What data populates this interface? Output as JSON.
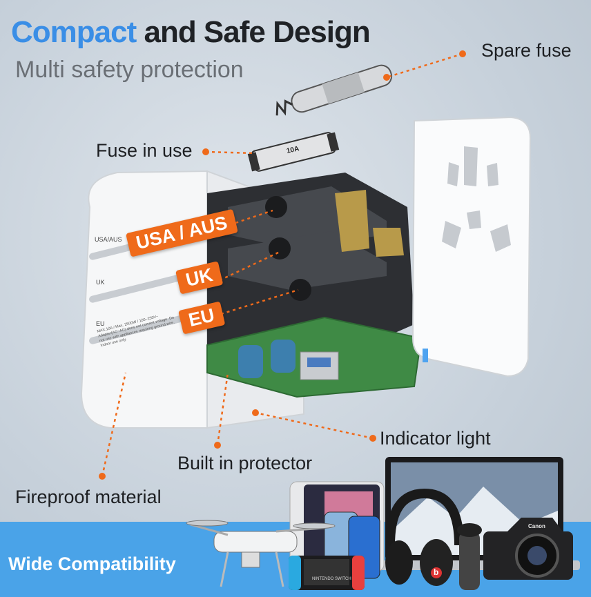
{
  "title": {
    "accent": "Compact",
    "rest": " and Safe Design"
  },
  "subtitle": "Multi safety protection",
  "callouts": {
    "spare_fuse": "Spare fuse",
    "fuse_in_use": "Fuse in use",
    "indicator_light": "Indicator light",
    "built_in_protector": "Built in protector",
    "fireproof_material": "Fireproof material"
  },
  "plug_tags": {
    "usa_aus": "USA / AUS",
    "uk": "UK",
    "eu": "EU"
  },
  "slot_labels": {
    "usa_aus": "USA/AUS",
    "uk": "UK",
    "eu": "EU"
  },
  "fine_print": "MAX.10A / Max. 2500W / 100~250V~ Adapter(AC~AC) does not convert voltage. Do not use with appliances requiring ground wire. Indoor use only.",
  "fuse_label": "10A",
  "banner": "Wide Compatibility",
  "device_texts": {
    "console": "NINTENDO SWITCH",
    "camera": "Canon",
    "headphones": "b"
  },
  "colors": {
    "accent_blue": "#3a8ee6",
    "orange": "#ef6a1a",
    "banner_blue": "#4aa3e8",
    "dark_text": "#1f2226"
  }
}
